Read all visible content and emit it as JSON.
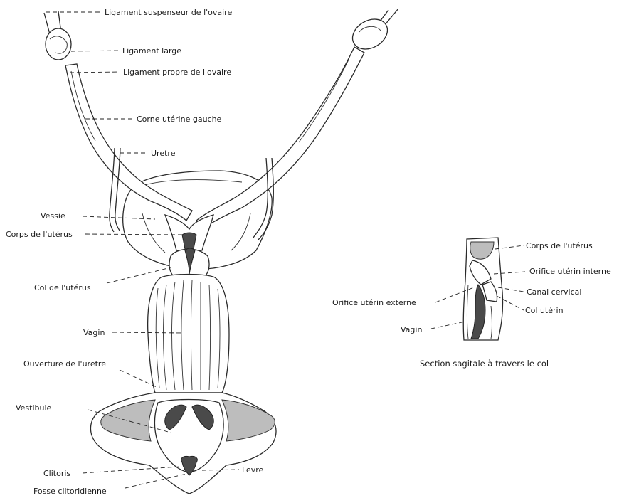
{
  "diagram": {
    "labels": {
      "ligament_suspenseur": "Ligament suspenseur de l'ovaire",
      "ligament_large": "Ligament large",
      "ligament_propre": "Ligament propre de l'ovaire",
      "corne_uterine": "Corne utérine gauche",
      "uretre": "Uretre",
      "vessie": "Vessie",
      "corps_uterus": "Corps de l'utérus",
      "col_uterus": "Col de l'utérus",
      "vagin": "Vagin",
      "ouverture_uretre": "Ouverture de l'uretre",
      "vestibule": "Vestibule",
      "clitoris": "Clitoris",
      "levre": "Levre",
      "fosse": "Fosse clitoridienne"
    },
    "section": {
      "title": "Section sagitale à travers le col",
      "corps": "Corps de l'utérus",
      "orifice_interne": "Orifice utérin interne",
      "orifice_externe": "Orifice utérin externe",
      "canal": "Canal cervical",
      "col": "Col utérin",
      "vagin": "Vagin"
    }
  }
}
